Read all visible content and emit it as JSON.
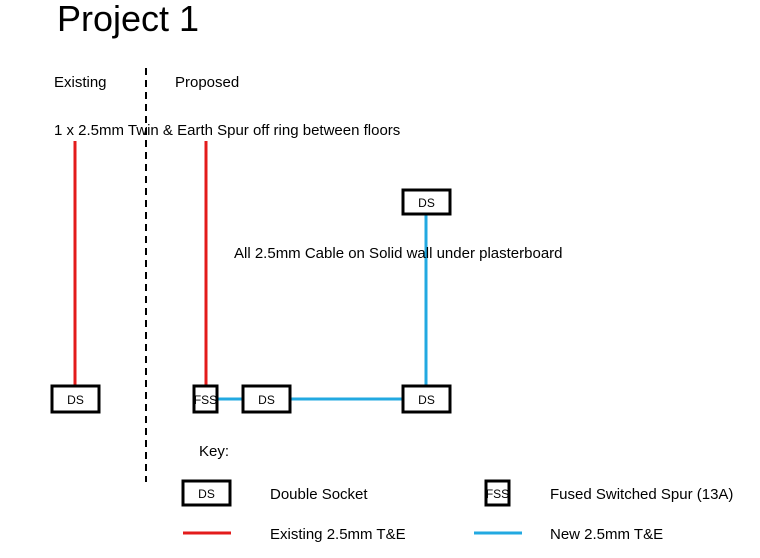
{
  "title": "Project 1",
  "sections": {
    "existing": "Existing",
    "proposed": "Proposed"
  },
  "notes": {
    "spur": "1 x  2.5mm Twin & Earth Spur off ring between floors",
    "cable": "All 2.5mm Cable on Solid wall under plasterboard"
  },
  "boxes": {
    "existing_ds": "DS",
    "fss": "FSS",
    "middle_ds": "DS",
    "right_ds": "DS",
    "top_ds": "DS"
  },
  "key": {
    "heading": "Key:",
    "ds_symbol": "DS",
    "ds_label": "Double Socket",
    "fss_symbol": "FSS",
    "fss_label": "Fused Switched Spur (13A)",
    "existing_label": "Existing 2.5mm T&E",
    "new_label": "New 2.5mm T&E"
  },
  "colors": {
    "existing_cable": "#e31b1b",
    "new_cable": "#22a9e1",
    "outline": "#000000"
  }
}
